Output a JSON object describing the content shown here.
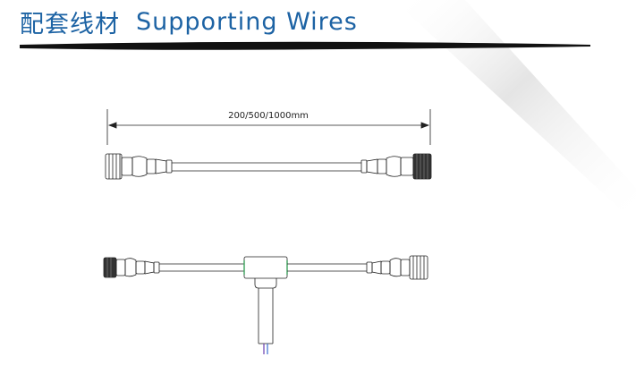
{
  "header": {
    "title_cn": "配套线材",
    "title_en": "Supporting Wires"
  },
  "diagram": {
    "dimension_label": "200/500/1000mm"
  },
  "colors": {
    "title": "#1d63a4",
    "line": "#222222",
    "wire_purple": "#6a3fb0",
    "wire_blue": "#3a6fd0",
    "tee_green": "#3aa35a"
  }
}
